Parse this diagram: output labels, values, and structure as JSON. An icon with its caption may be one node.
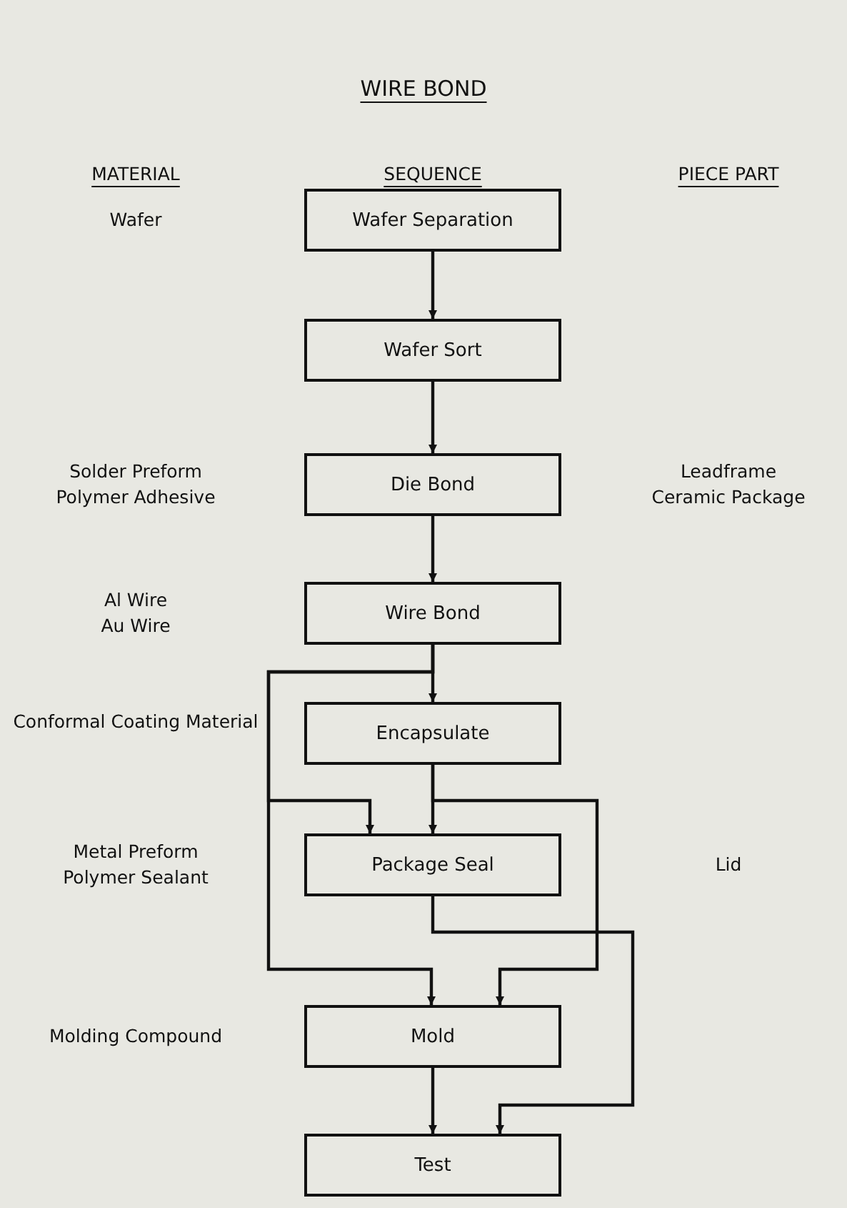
{
  "diagram": {
    "title": "WIRE BOND",
    "nodes": [
      {
        "text": [
          "Wafer Separation"
        ]
      },
      {
        "text": [
          "Wafer Sort"
        ]
      },
      {
        "text": [
          "Die Bond"
        ]
      },
      {
        "text": [
          "Wire Bond"
        ]
      },
      {
        "text": [
          "Encapsulate"
        ]
      },
      {
        "text": [
          "Package Seal"
        ]
      },
      {
        "text": [
          "Mold"
        ]
      },
      {
        "text": [
          "Test"
        ]
      }
    ],
    "edges": [
      {
        "from": 0,
        "to": 1,
        "arrow": "to"
      },
      {
        "from": 1,
        "to": 2,
        "arrow": "to"
      },
      {
        "from": 2,
        "to": 3,
        "arrow": "to"
      },
      {
        "from": 3,
        "to": 4,
        "arrow": "to"
      },
      {
        "from": 3,
        "to": 5,
        "arrow": "to"
      },
      {
        "from": 3,
        "to": 6,
        "arrow": "to"
      },
      {
        "from": 4,
        "to": 5,
        "arrow": "to"
      },
      {
        "from": 4,
        "to": 6,
        "arrow": "to"
      },
      {
        "from": 5,
        "to": 7,
        "arrow": "to"
      },
      {
        "from": 6,
        "to": 7,
        "arrow": "to"
      }
    ],
    "labels": [
      "MATERIAL",
      "SEQUENCE",
      "PIECE PART",
      "Wafer",
      "Solder Preform",
      "Polymer Adhesive",
      "Leadframe",
      "Ceramic Package",
      "Al Wire",
      "Au Wire",
      "Conformal Coating Material",
      "Metal Preform",
      "Polymer Sealant",
      "Lid",
      "Molding Compound"
    ]
  }
}
